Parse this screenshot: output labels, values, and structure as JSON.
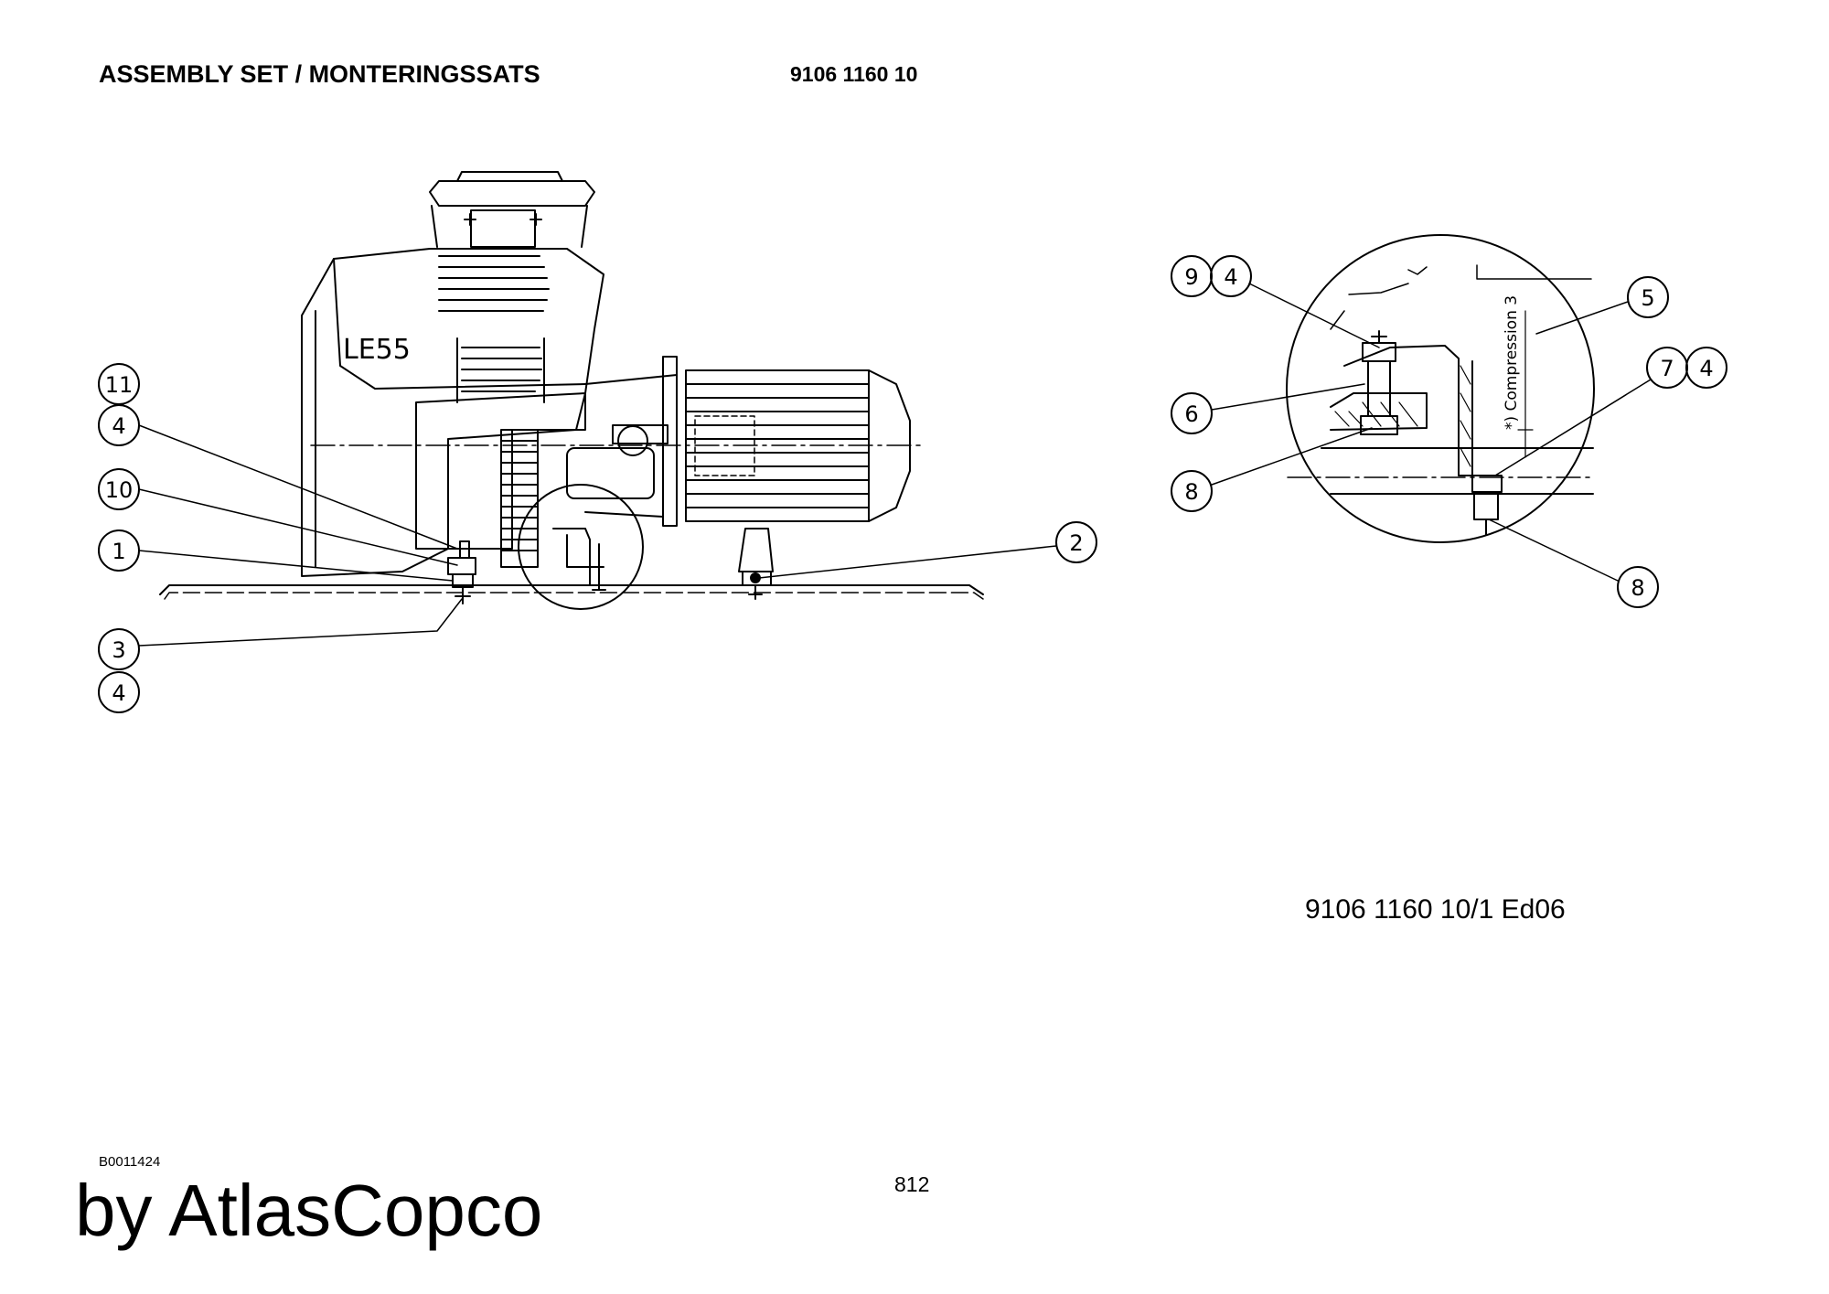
{
  "header": {
    "title": "ASSEMBLY SET / MONTERINGSSATS",
    "part_number": "9106 1160 10"
  },
  "drawing": {
    "machine_label": "LE55",
    "detail_annotation": "*) Compression 3",
    "main_callouts": [
      "11",
      "4",
      "10",
      "1",
      "3",
      "4",
      "2"
    ],
    "detail_callouts": [
      "9",
      "4",
      "5",
      "6",
      "7",
      "4",
      "8",
      "8"
    ]
  },
  "footer": {
    "doc_ref": "9106 1160 10/1  Ed06",
    "ref_code": "B0011424",
    "page_number": "812",
    "brand": "by AtlasCopco"
  }
}
